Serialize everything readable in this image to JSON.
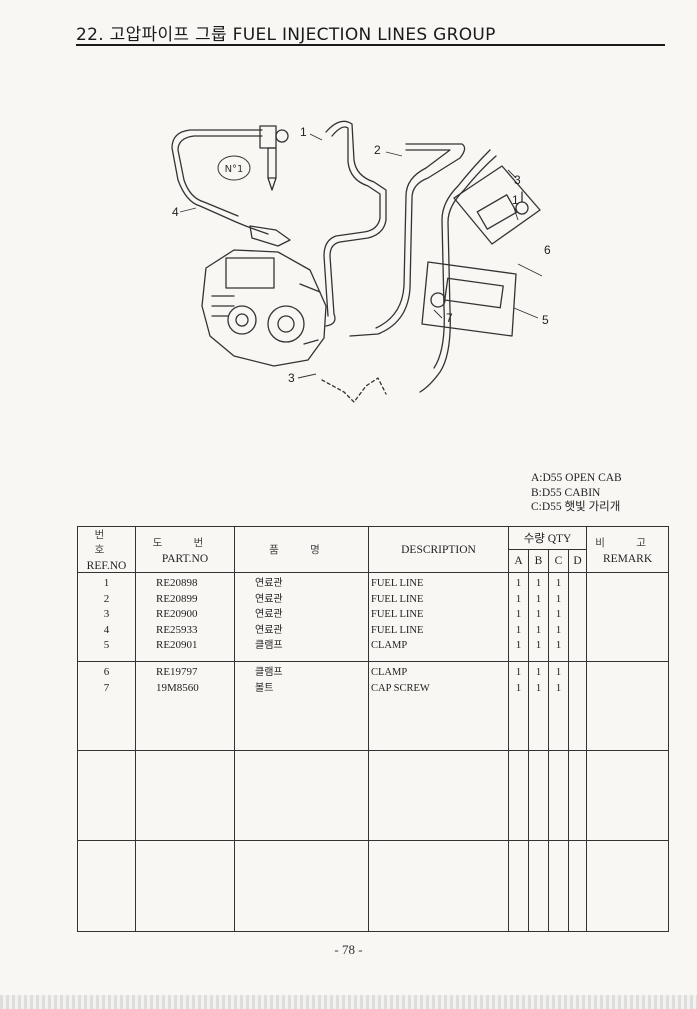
{
  "header": {
    "title": "22. 고압파이프 그룹  FUEL INJECTION LINES GROUP"
  },
  "diagram": {
    "callouts": [
      "1",
      "2",
      "3",
      "3",
      "4",
      "5",
      "6",
      "7",
      "1"
    ],
    "badge": "N°1"
  },
  "legend": [
    "A:D55 OPEN CAB",
    "B:D55 CABIN",
    "C:D55 햇빛 가리개"
  ],
  "table": {
    "headers": {
      "ref_kr": "번 호",
      "ref_en": "REF.NO",
      "part_kr": "도 번",
      "part_en": "PART.NO",
      "name_kr": "품 명",
      "desc": "DESCRIPTION",
      "qty_kr": "수량 QTY",
      "qty_a": "A",
      "qty_b": "B",
      "qty_c": "C",
      "qty_d": "D",
      "remark_kr": "비 고",
      "remark_en": "REMARK"
    },
    "groups": [
      {
        "rows": [
          {
            "ref": "1",
            "part": "RE20898",
            "name_kr": "연료관",
            "desc": "FUEL LINE",
            "a": "1",
            "b": "1",
            "c": "1",
            "d": ""
          },
          {
            "ref": "2",
            "part": "RE20899",
            "name_kr": "연료관",
            "desc": "FUEL LINE",
            "a": "1",
            "b": "1",
            "c": "1",
            "d": ""
          },
          {
            "ref": "3",
            "part": "RE20900",
            "name_kr": "연료관",
            "desc": "FUEL LINE",
            "a": "1",
            "b": "1",
            "c": "1",
            "d": ""
          },
          {
            "ref": "4",
            "part": "RE25933",
            "name_kr": "연료관",
            "desc": "FUEL LINE",
            "a": "1",
            "b": "1",
            "c": "1",
            "d": ""
          },
          {
            "ref": "5",
            "part": "RE20901",
            "name_kr": "클램프",
            "desc": "CLAMP",
            "a": "1",
            "b": "1",
            "c": "1",
            "d": ""
          }
        ]
      },
      {
        "rows": [
          {
            "ref": "6",
            "part": "RE19797",
            "name_kr": "클램프",
            "desc": "CLAMP",
            "a": "1",
            "b": "1",
            "c": "1",
            "d": ""
          },
          {
            "ref": "7",
            "part": "19M8560",
            "name_kr": "볼트",
            "desc": "CAP SCREW",
            "a": "1",
            "b": "1",
            "c": "1",
            "d": ""
          }
        ]
      },
      {
        "rows": []
      },
      {
        "rows": []
      }
    ]
  },
  "footer": {
    "page_number": "- 78 -"
  }
}
